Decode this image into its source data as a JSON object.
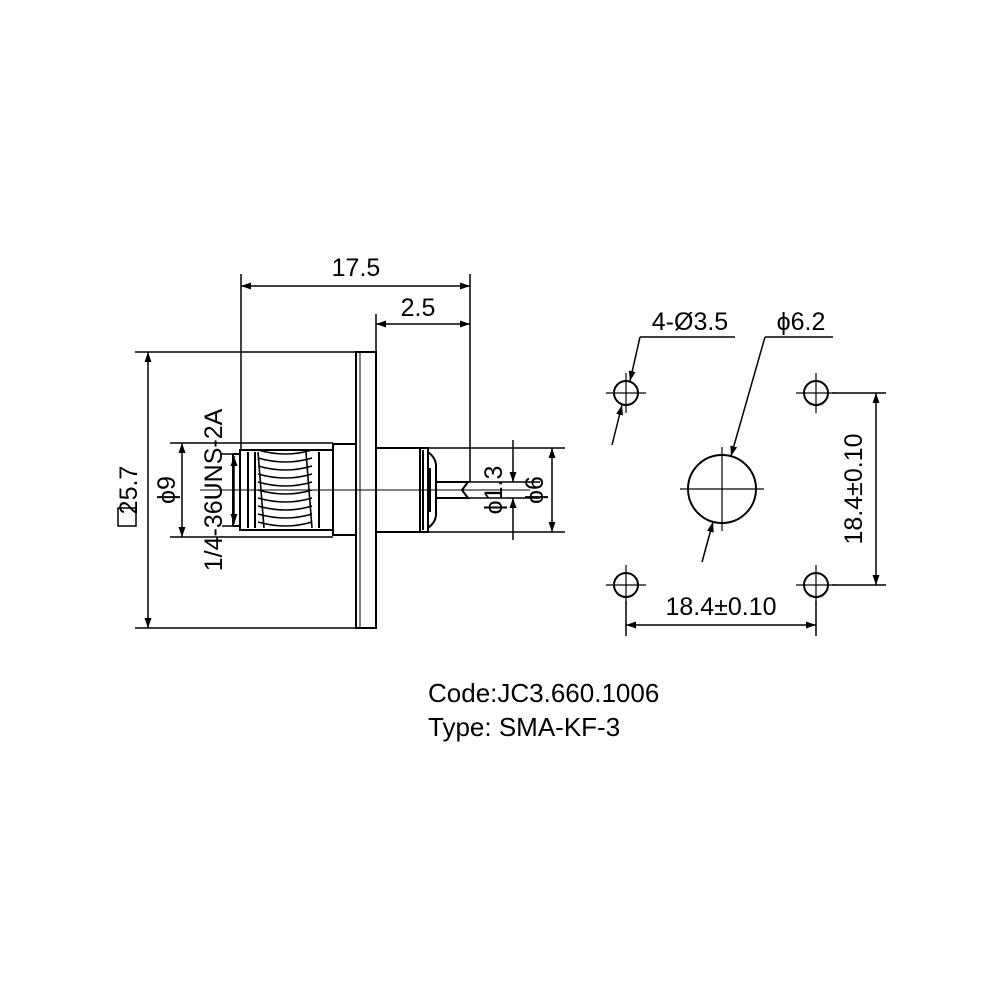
{
  "dimensions": {
    "overall_length": "17.5",
    "pin_length": "2.5",
    "flange_square": "25.7",
    "thread_diameter": "ϕ9",
    "thread_spec": "1/4-36UNS-2A",
    "pin_diameter": "ϕ1.3",
    "body_diameter": "ϕ6",
    "mount_holes": "4-Ø3.5",
    "center_hole": "ϕ6.2",
    "hole_spacing_vertical": "18.4±0.10",
    "hole_spacing_horizontal": "18.4±0.10"
  },
  "caption": {
    "code": "Code:JC3.660.1006",
    "type": "Type: SMA-KF-3"
  }
}
